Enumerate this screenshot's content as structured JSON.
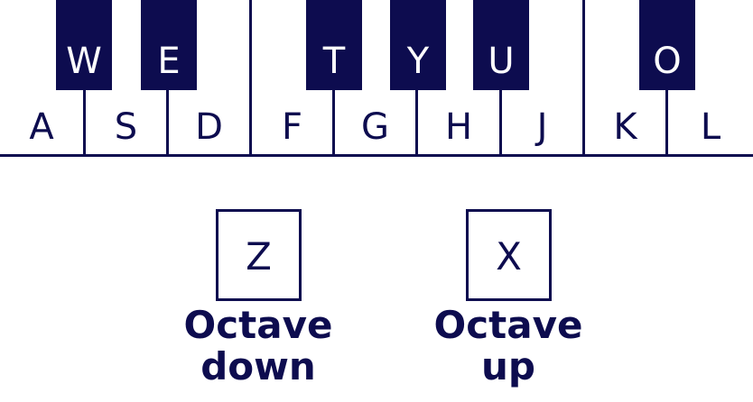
{
  "keyboard": {
    "white_keys": [
      "A",
      "S",
      "D",
      "F",
      "G",
      "H",
      "J",
      "K",
      "L"
    ],
    "black_keys": [
      "W",
      "E",
      "T",
      "Y",
      "U",
      "O"
    ]
  },
  "controls": {
    "octave_down": {
      "key": "Z",
      "line1": "Octave",
      "line2": "down"
    },
    "octave_up": {
      "key": "X",
      "line1": "Octave",
      "line2": "up"
    }
  },
  "colors": {
    "ink": "#0d0c4f",
    "background": "#ffffff"
  }
}
